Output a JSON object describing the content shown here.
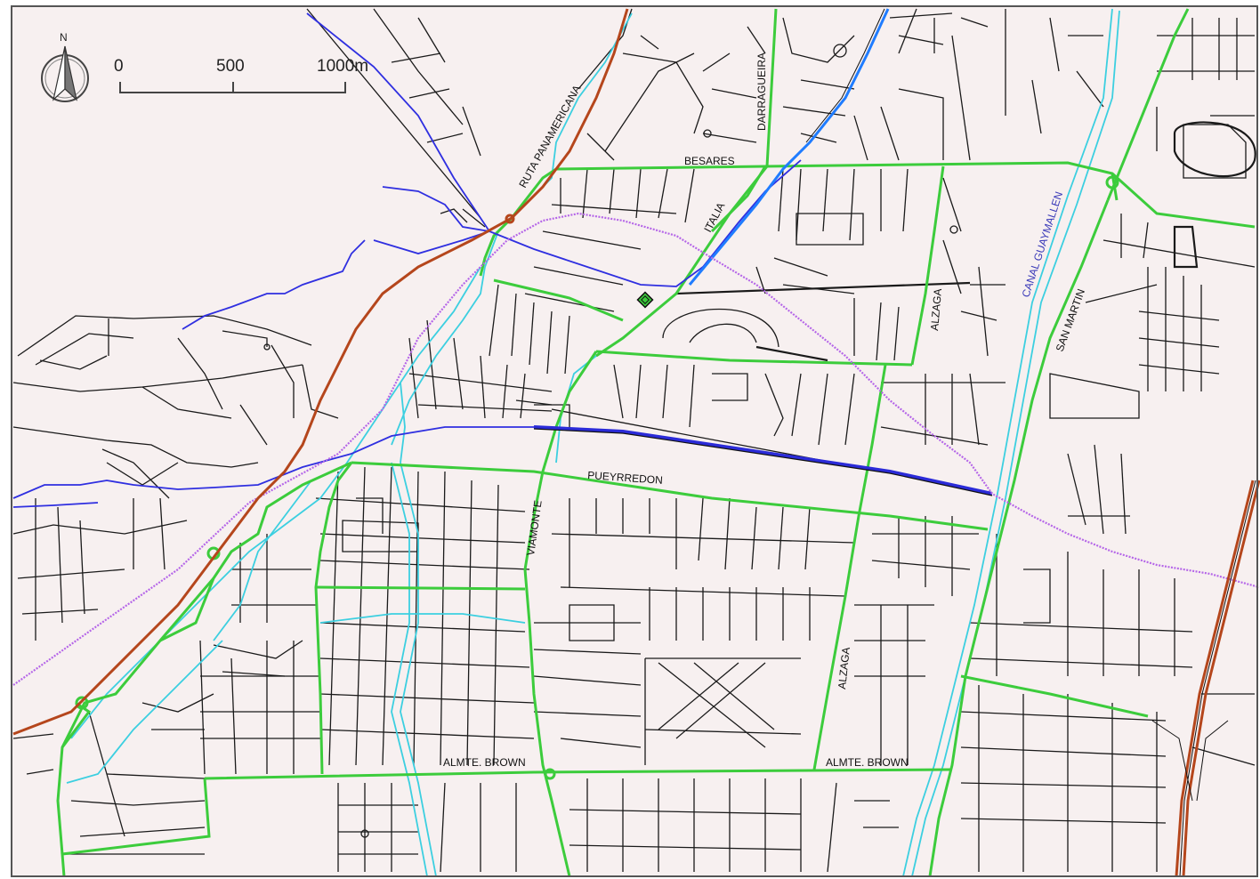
{
  "colors": {
    "background": "#f7f0f0",
    "frame": "#555555",
    "street": "#1a1a1a",
    "main_road": "#3ccc3c",
    "highway": "#b5461c",
    "river": "#2f2fe0",
    "canal": "#3ccfe0",
    "railway": "#b566e8"
  },
  "north_arrow": {
    "label": "N",
    "icon": "north-arrow-icon"
  },
  "scale_bar": {
    "ticks": [
      "0",
      "500",
      "1000m"
    ]
  },
  "labels": {
    "ruta_panamericana": "RUTA PANAMERICANA",
    "darragueira": "DARRAGUEIRA",
    "besares": "BESARES",
    "italia": "ITALIA",
    "alzaga_north": "ALZAGA",
    "canal_guaymallen": "CANAL GUAYMALLEN",
    "san_martin": "SAN MARTIN",
    "pueyrredon": "PUEYRREDON",
    "viamonte": "VIAMONTE",
    "alzaga_south": "ALZAGA",
    "almte_brown_west": "ALMTE. BROWN",
    "almte_brown_east": "ALMTE. BROWN"
  }
}
